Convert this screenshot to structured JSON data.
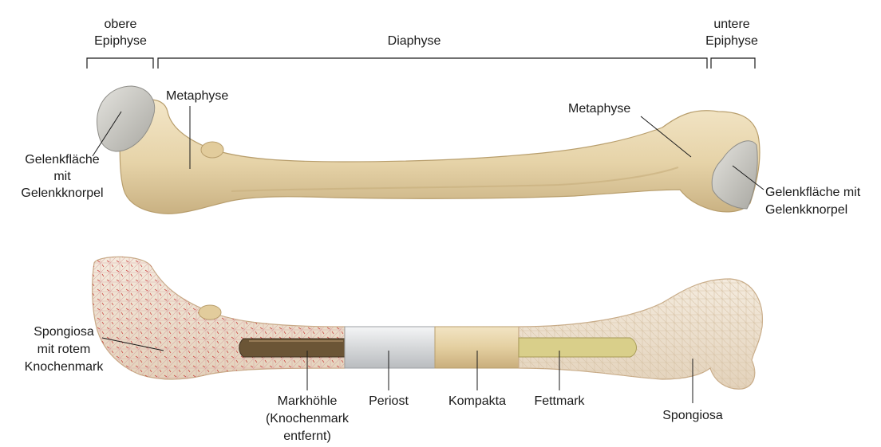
{
  "labels": {
    "obere_epiphyse": [
      "obere",
      "Epiphyse"
    ],
    "diaphyse": "Diaphyse",
    "untere_epiphyse": [
      "untere",
      "Epiphyse"
    ],
    "metaphyse_left": "Metaphyse",
    "metaphyse_right": "Metaphyse",
    "gelenk_left": [
      "Gelenkfläche",
      "mit",
      "Gelenkknorpel"
    ],
    "gelenk_right": [
      "Gelenkfläche mit",
      "Gelenkknorpel"
    ],
    "spongiosa_rot": [
      "Spongiosa",
      "mit rotem",
      "Knochenmark"
    ],
    "markhoehle": [
      "Markhöhle",
      "(Knochenmark",
      "entfernt)"
    ],
    "periost": "Periost",
    "kompakta": "Kompakta",
    "fettmark": "Fettmark",
    "spongiosa": "Spongiosa"
  },
  "colors": {
    "bone": "#e9d9b5",
    "bone_shadow": "#cdb787",
    "cartilage": "#c9c8c2",
    "cut_surface": "#efe2d0",
    "red_marrow": "#c83a3a",
    "periosteum": "#d8dadc",
    "yellow_marrow": "#d9cf8a",
    "marrow_cavity": "#6b5536"
  }
}
